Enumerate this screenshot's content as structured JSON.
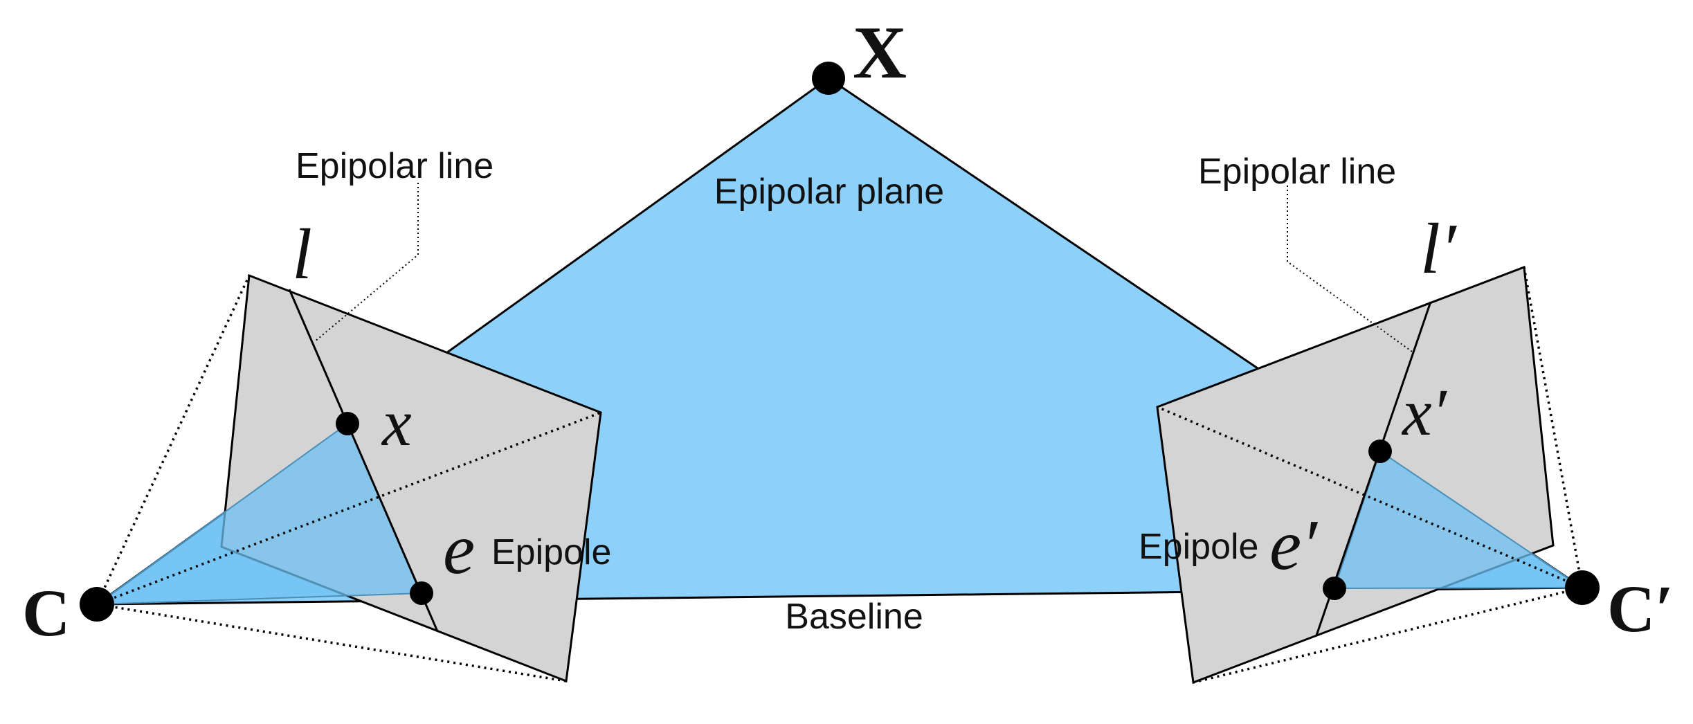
{
  "labels": {
    "point_X": "X",
    "epipolar_plane": "Epipolar plane",
    "baseline": "Baseline",
    "left_epipolar_line": "Epipolar line",
    "right_epipolar_line": "Epipolar line",
    "left_line": "l",
    "right_line": "l′",
    "left_point": "x",
    "right_point": "x′",
    "left_epipole_symbol": "e",
    "right_epipole_symbol": "e′",
    "left_epipole_text": "Epipole",
    "right_epipole_text": "Epipole",
    "left_camera": "C",
    "right_camera": "C′"
  },
  "colors": {
    "plane_blue": "#8dd1fb",
    "image_plane_gray": "#d4d4d4",
    "triangle_blue": "#6fc0f2",
    "ink": "#000000"
  }
}
